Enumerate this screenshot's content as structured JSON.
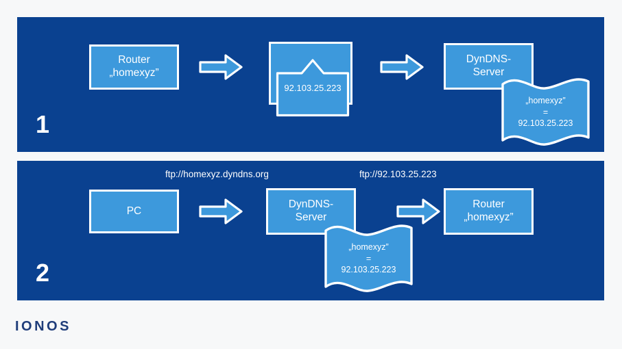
{
  "slide": {
    "background_color": "#f7f8f9",
    "panel_color": "#0a4190",
    "node_fill_color": "#3d99dc",
    "node_stroke_color": "#ffffff",
    "brand": "IONOS",
    "brand_color": "#1f3d7a"
  },
  "step1": {
    "number": "1",
    "router_box": "Router\n„homexyz”",
    "arrow1": "arrow-right",
    "message_ip": "92.103.25.223",
    "arrow2": "arrow-right",
    "server_box": "DynDNS-\nServer",
    "flag": {
      "line1": "„homexyz”",
      "line2": "=",
      "line3": "92.103.25.223"
    }
  },
  "step2": {
    "number": "2",
    "caption_left": "ftp://homexyz.dyndns.org",
    "caption_right": "ftp://92.103.25.223",
    "pc_box": "PC",
    "arrow1": "arrow-right",
    "server_box": "DynDNS-\nServer",
    "flag": {
      "line1": "„homexyz”",
      "line2": "=",
      "line3": "92.103.25.223"
    },
    "arrow2": "arrow-right",
    "router_box": "Router\n„homexyz”"
  }
}
